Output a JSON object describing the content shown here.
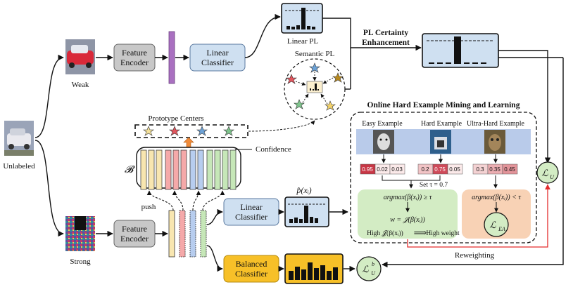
{
  "inputs": {
    "unlabeled": "Unlabeled",
    "weak": "Weak",
    "strong": "Strong"
  },
  "modules": {
    "feature_encoder_top": "Feature\nEncoder",
    "feature_encoder_bottom": "Feature\nEncoder",
    "linear_classifier_top": "Linear\nClassifier",
    "linear_classifier_bottom": "Linear\nClassifier",
    "balanced_classifier": "Balanced\nClassifier"
  },
  "labels": {
    "linear_pl": "Linear PL",
    "semantic_pl": "Semantic PL",
    "pl_certainty": "PL Certainty\nEnhancement",
    "prototype_centers": "Prototype Centers",
    "confidence": "Confidence",
    "bank": "𝓑",
    "push": "push",
    "p_hat": "p̂(xᵢ)",
    "reweighting": "Reweighting",
    "ohem_title": "Online Hard Example Mining and Learning",
    "easy": "Easy Example",
    "hard": "Hard Example",
    "ultra_hard": "Ultra-Hard Example",
    "set_tau": "Set τ = 0.7",
    "cond_ge": "argmax(β(xᵢ)) ≥ τ",
    "cond_lt": "argmax(β(xᵢ)) < τ",
    "weight_eq": "w = 𝒥(β(xᵢ))",
    "high_weight_left": "High 𝒥(β(xᵢ))",
    "high_weight_right": "High weight",
    "loss_u": "ℒ",
    "loss_u_sub": "U",
    "loss_ea": "ℒ",
    "loss_ea_sub": "EA",
    "loss_ub": "ℒ",
    "loss_ub_sub": "U",
    "loss_ub_sup": "b"
  },
  "scores": {
    "easy": [
      "0.95",
      "0.02",
      "0.03"
    ],
    "hard": [
      "0.2",
      "0.75",
      "0.05"
    ],
    "ultra_hard": [
      "0.3",
      "0.35",
      "0.45"
    ]
  },
  "colors": {
    "module_gray": "#c8c8c8",
    "classifier_blue": "#cfe0f1",
    "balanced_orange": "#f7c028",
    "green_box": "#d3ecc4",
    "peach_box": "#f8d2b5",
    "blue_strip": "#b9cbea",
    "encoder_purple": "#a970c0",
    "reweight_red": "#e32b2b",
    "score_red": "#c83645"
  },
  "icons": [
    "car-image-icon",
    "dog-image-icon",
    "cat-image-icon",
    "owl-image-icon",
    "star-icon"
  ]
}
